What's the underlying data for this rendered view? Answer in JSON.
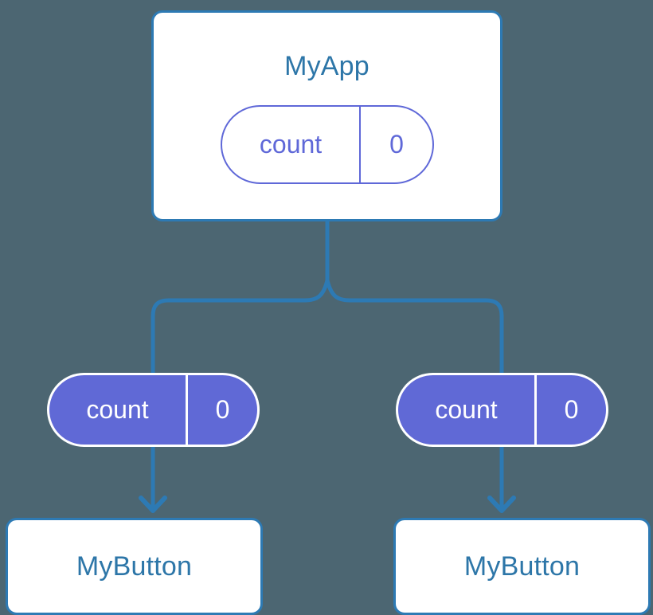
{
  "diagram": {
    "type": "component-tree",
    "background_color": "#4c6672",
    "accent_line_color": "#2d7ab4",
    "component_text_color": "#2d76a8",
    "state_color": "#6069d6",
    "root": {
      "name": "MyApp",
      "state": {
        "key": "count",
        "value": "0"
      }
    },
    "branches": [
      {
        "state": {
          "key": "count",
          "value": "0"
        },
        "child": {
          "name": "MyButton"
        }
      },
      {
        "state": {
          "key": "count",
          "value": "0"
        },
        "child": {
          "name": "MyButton"
        }
      }
    ]
  }
}
